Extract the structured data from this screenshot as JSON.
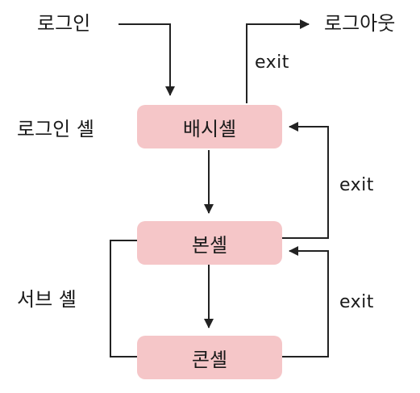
{
  "labels": {
    "login": "로그인",
    "logout": "로그아웃",
    "login_shell": "로그인 셸",
    "sub_shell": "서브 셸",
    "exit_top": "exit",
    "exit_mid": "exit",
    "exit_bottom": "exit"
  },
  "nodes": {
    "bash": "배시셸",
    "bourne": "본셸",
    "korn": "콘셸"
  },
  "colors": {
    "box_fill": "#f5c6c8",
    "line": "#222222"
  }
}
